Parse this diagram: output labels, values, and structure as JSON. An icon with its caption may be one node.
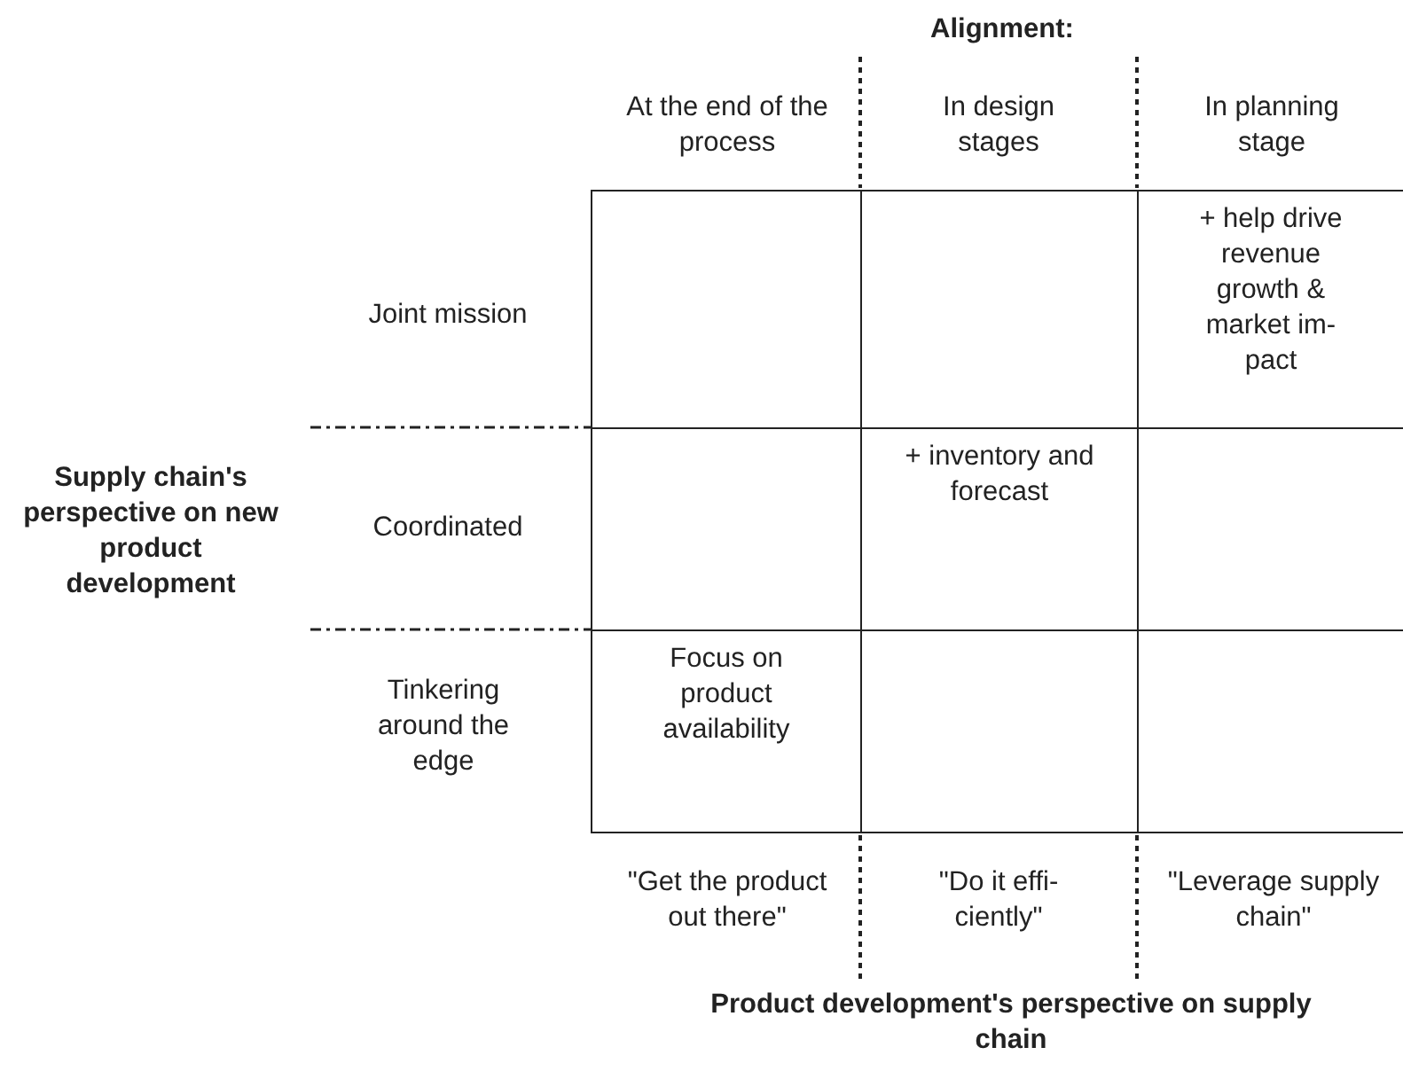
{
  "diagram": {
    "nodes": [
      {
        "text": [],
        "shape": "box"
      },
      {
        "text": [],
        "shape": "box"
      },
      {
        "text": [
          "+ help drive revenue growth & market im- pact"
        ]
      },
      {
        "text": [],
        "shape": "box"
      },
      {
        "text": [
          "+ inventory and forecast"
        ]
      },
      {
        "text": [],
        "shape": "box"
      },
      {
        "text": [
          "Focus on product availability"
        ]
      },
      {
        "text": [],
        "shape": "box"
      },
      {
        "text": [],
        "shape": "box"
      }
    ],
    "labels": [
      "Alignment:",
      "At the end of the process",
      "In design stages",
      "In planning stage",
      "Joint mission",
      "Supply chain's perspective on new product development",
      "Coordinated",
      "Tinkering around the edge",
      "\"Get the product out there\"",
      "\"Do it effi- ciently\"",
      "\"Leverage supply chain\"",
      "Product development's perspective on supply chain"
    ]
  }
}
